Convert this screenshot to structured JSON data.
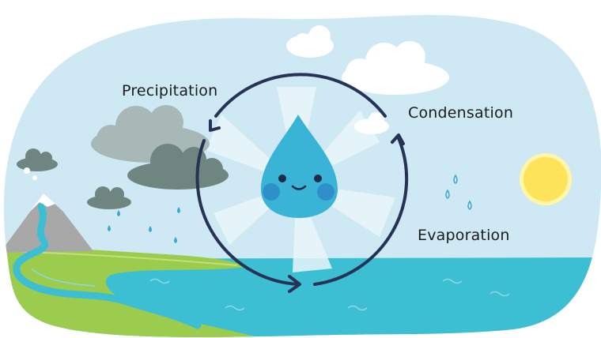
{
  "diagram": {
    "labels": {
      "precipitation": "Precipitation",
      "condensation": "Condensation",
      "evaporation": "Evaporation"
    },
    "icons": [
      "cloud-icon",
      "rain-drop-icon",
      "sun-icon",
      "water-drop-mascot-icon",
      "mountain-icon",
      "cycle-arrow-icon"
    ],
    "colors": {
      "sky": "#cfe9f4",
      "sea": "#3dbfd3",
      "land": "#9ccc4e",
      "cycle_arrow": "#263356",
      "sun": "#fde35a",
      "drop": "#3ab4d6"
    }
  }
}
